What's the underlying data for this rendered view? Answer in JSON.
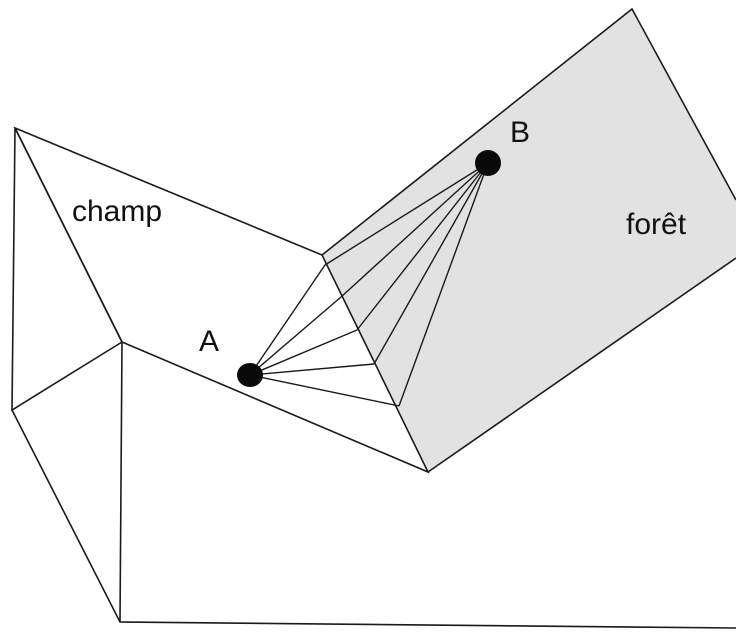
{
  "labels": {
    "field": "champ",
    "forest": "forêt",
    "point_a": "A",
    "point_b": "B"
  },
  "colors": {
    "forest_texture_light": "#e4e4e4",
    "forest_texture_dark": "#c2c2c2",
    "ink": "#111111"
  }
}
